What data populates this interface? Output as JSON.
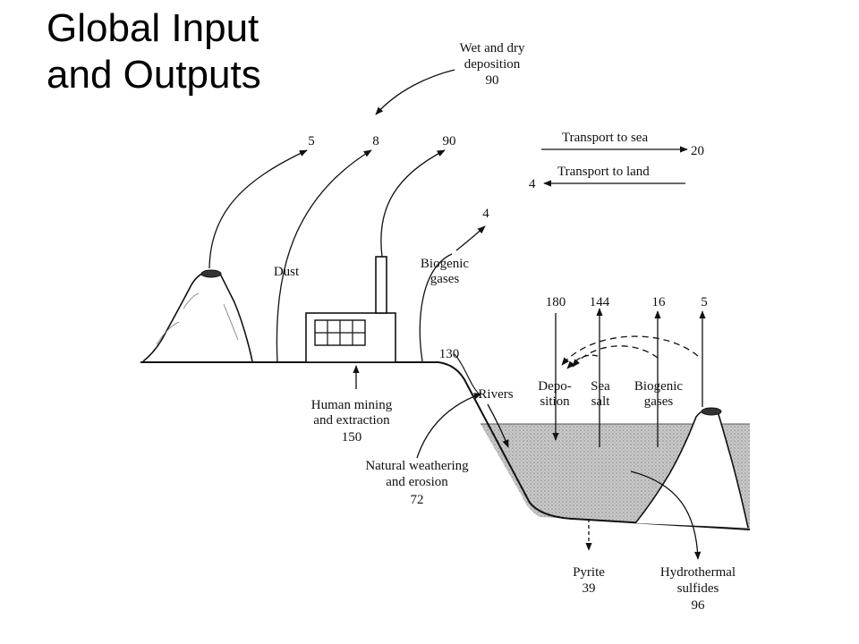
{
  "title": {
    "line1": "Global Input",
    "line2": "and Outputs"
  },
  "labels": {
    "wet_dry_1": "Wet and dry",
    "wet_dry_2": "deposition",
    "wet_dry_val": "90",
    "volcano_val": "5",
    "dust_val": "8",
    "industry_val": "90",
    "biogenic_land_val": "4",
    "transport_sea": "Transport to sea",
    "transport_sea_val": "20",
    "transport_land": "Transport to land",
    "transport_land_val": "4",
    "dust": "Dust",
    "biogenic_land_1": "Biogenic",
    "biogenic_land_2": "gases",
    "ocean_depo_val": "180",
    "ocean_salt_val": "144",
    "ocean_bio_val": "16",
    "ocean_volc_val": "5",
    "rivers_val": "130",
    "rivers": "Rivers",
    "depo_1": "Depo-",
    "depo_2": "sition",
    "salt_1": "Sea",
    "salt_2": "salt",
    "bio_ocean_1": "Biogenic",
    "bio_ocean_2": "gases",
    "mining_1": "Human mining",
    "mining_2": "and extraction",
    "mining_val": "150",
    "weathering_1": "Natural weathering",
    "weathering_2": "and erosion",
    "weathering_val": "72",
    "pyrite": "Pyrite",
    "pyrite_val": "39",
    "hydro_1": "Hydrothermal",
    "hydro_2": "sulfides",
    "hydro_val": "96"
  },
  "colors": {
    "ink": "#111111",
    "water": "#c4c4c4"
  }
}
